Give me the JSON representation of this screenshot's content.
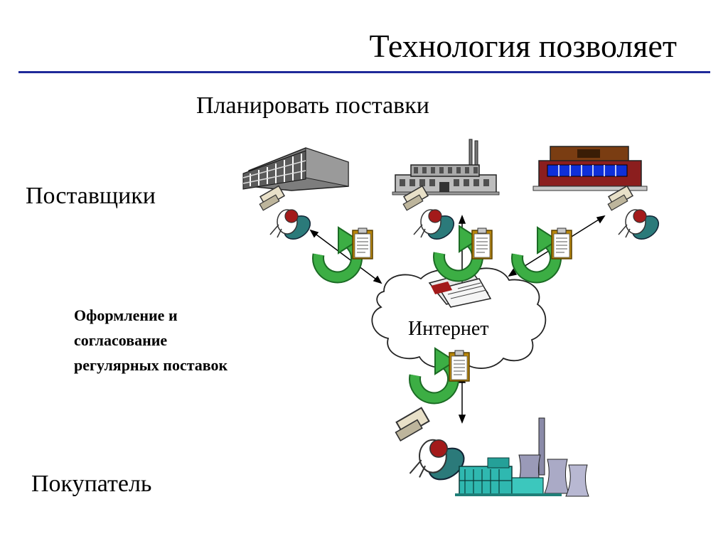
{
  "title": "Технология позволяет",
  "subtitle": "Планировать поставки",
  "suppliers_label": "Поставщики",
  "buyer_label": "Покупатель",
  "process_label": {
    "line1": "Оформление и",
    "line2": "согласование",
    "line3": "регулярных поставок"
  },
  "cloud_label": "Интернет",
  "colors": {
    "title_rule": "#1f2a99",
    "cycle_arrow": "#2e9a3a",
    "store_brick": "#8b1e1e",
    "plant": "#2fb8b0"
  }
}
